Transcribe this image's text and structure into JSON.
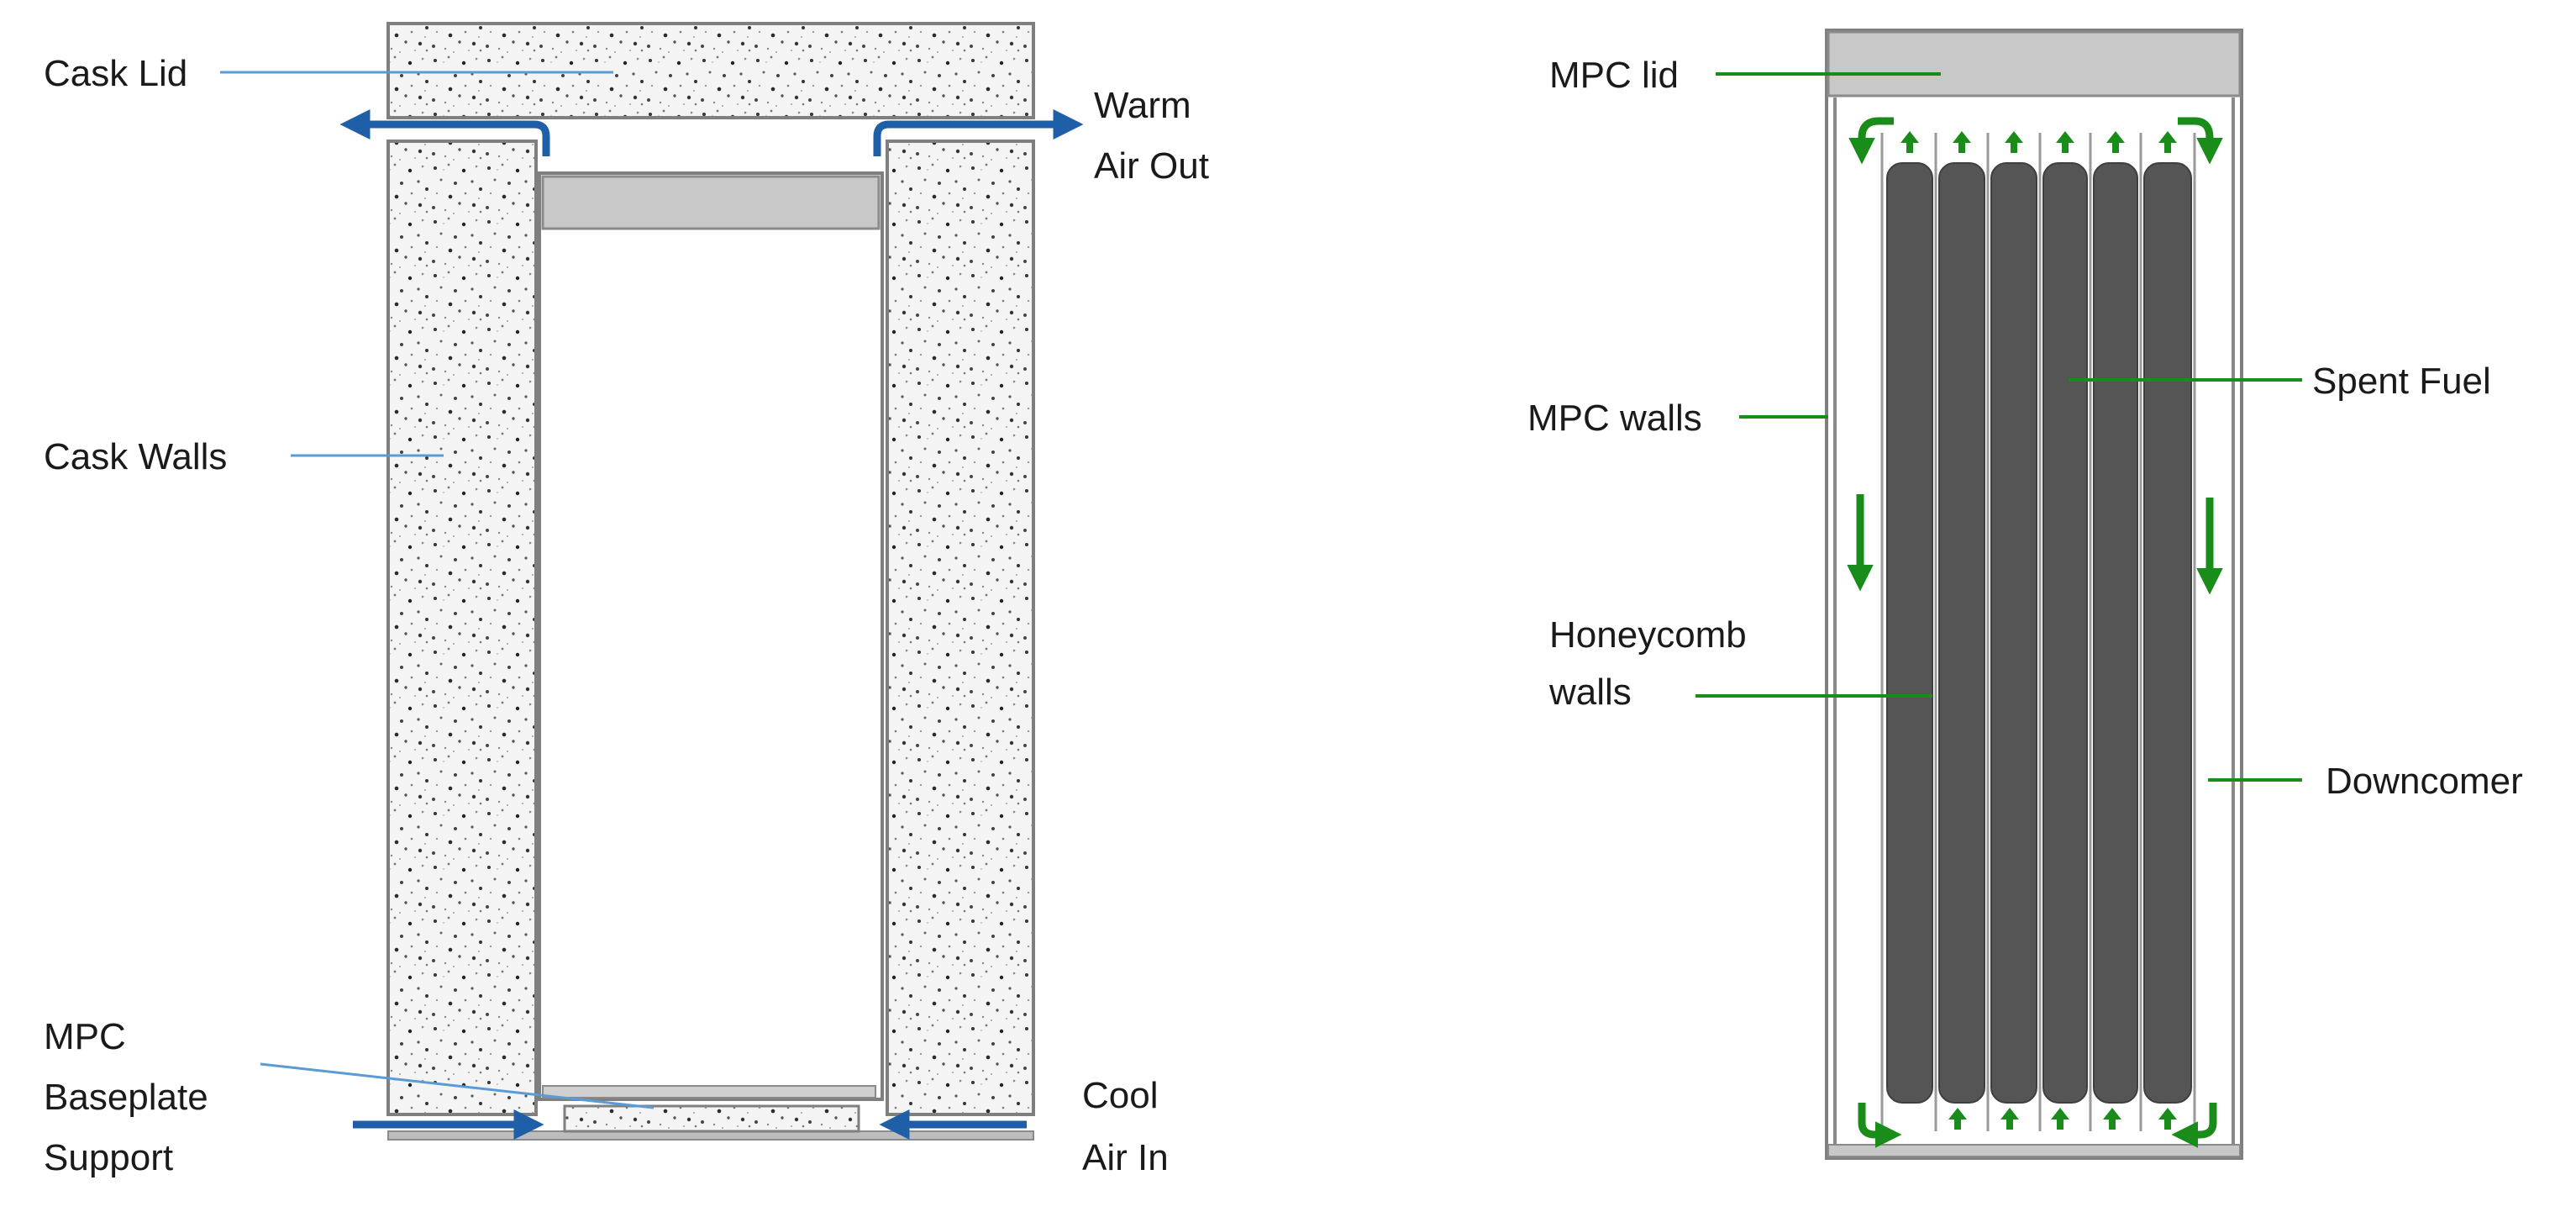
{
  "colors": {
    "blue": "#1f5fa8",
    "leader_blue": "#5b9bd5",
    "green": "#1a8c1a",
    "lid_gray": "#c8c8c8",
    "fuel_gray": "#555555",
    "outline": "#7f7f7f",
    "concrete": "#f2f2f2"
  },
  "left": {
    "cask_lid": "Cask Lid",
    "cask_walls": "Cask Walls",
    "warm_air_out": [
      "Warm",
      "Air Out"
    ],
    "mpc_baseplate_support": [
      "MPC",
      "Baseplate",
      "Support"
    ],
    "cool_air_in": [
      "Cool",
      "Air In"
    ]
  },
  "right": {
    "mpc_lid": "MPC lid",
    "mpc_walls": "MPC walls",
    "spent_fuel": "Spent Fuel",
    "honeycomb_walls": [
      "Honeycomb",
      "walls"
    ],
    "downcomer": "Downcomer"
  },
  "icons": [
    "flow-arrow-icon",
    "up-arrow-icon",
    "down-arrow-icon"
  ]
}
